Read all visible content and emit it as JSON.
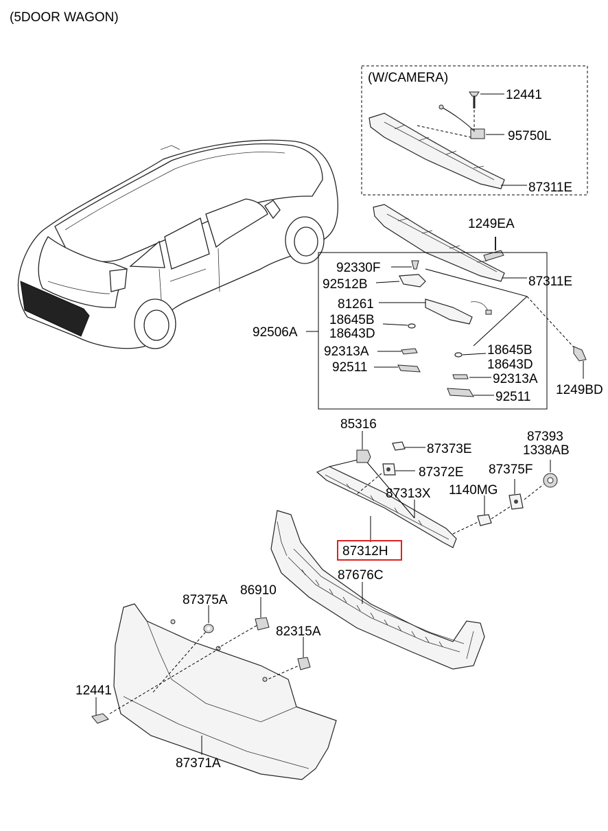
{
  "header": {
    "title": "(5DOOR WAGON)"
  },
  "camera_box": {
    "title": "(W/CAMERA)"
  },
  "labels": {
    "p12441_top": "12441",
    "p95750L": "95750L",
    "p87311E_cam": "87311E",
    "p1249EA": "1249EA",
    "p87311E": "87311E",
    "p92330F": "92330F",
    "p92512B": "92512B",
    "p81261": "81261",
    "p18645B_l": "18645B",
    "p18643D_l": "18643D",
    "p92506A": "92506A",
    "p92313A_l": "92313A",
    "p92511_l": "92511",
    "p18645B_r": "18645B",
    "p18643D_r": "18643D",
    "p92313A_r": "92313A",
    "p92511_r": "92511",
    "p1249BD": "1249BD",
    "p85316": "85316",
    "p87373E": "87373E",
    "p87393": "87393",
    "p1338AB": "1338AB",
    "p87372E": "87372E",
    "p87375F": "87375F",
    "p87313X": "87313X",
    "p1140MG": "1140MG",
    "p87312H": "87312H",
    "p87676C": "87676C",
    "p87375A": "87375A",
    "p86910": "86910",
    "p82315A": "82315A",
    "p12441_bottom": "12441",
    "p87371A": "87371A"
  },
  "highlight": {
    "part": "87312H",
    "color": "#e02020"
  }
}
